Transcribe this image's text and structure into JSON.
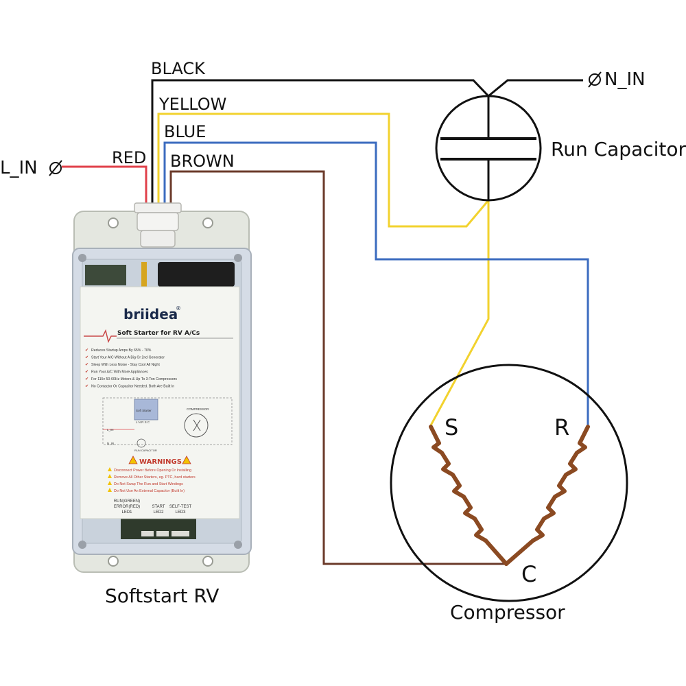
{
  "labels": {
    "black": "BLACK",
    "yellow": "YELLOW",
    "blue": "BLUE",
    "brown": "BROWN",
    "red": "RED",
    "l_in": "L_IN",
    "n_in": "N_IN",
    "run_capacitor": "Run Capacitor",
    "compressor": "Compressor",
    "softstart": "Softstart RV",
    "s": "S",
    "r": "R",
    "c": "C"
  },
  "device": {
    "brand": "briidea",
    "trademark": "®",
    "title": "Soft Starter for RV A/Cs",
    "features": [
      "Reduces Startup Amps By 65% - 70%",
      "Start Your A/C Without A Big Or 2nd Generator",
      "Sleep With Less Noise - Stay Cool All Night",
      "Run Your A/C With More Appliances",
      "For 115v 50-60Hz Motors & Up To 3-Ton Compressors",
      "No Contactor Or Capacitor Needed. Both Are Built In"
    ],
    "mini": {
      "soft_starter": "Soft Starter",
      "compressor": "COMPRESSOR",
      "terminals": "L  N  R  S  C",
      "l_in": "L_IN",
      "n_in": "N_IN",
      "run_capacitor": "RUN CAPACITOR"
    },
    "warnings_title": "WARNINGS",
    "warnings": [
      "Disconnect Power Before Opening Or Installing",
      "Remove All Other Starters, eg. PTC, hard starters",
      "Do Not Swap The Run and Start Windings",
      "Do Not Use An External Capacitor (Built In)"
    ],
    "leds": [
      {
        "line1": "RUN(GREEN)",
        "line2": "ERROR(RED)",
        "line3": "LED1"
      },
      {
        "line1": "",
        "line2": "START",
        "line3": "LED2"
      },
      {
        "line1": "",
        "line2": "SELF-TEST",
        "line3": "LED3"
      }
    ]
  },
  "colors": {
    "black": "#111111",
    "yellow": "#f2d22e",
    "blue": "#3b6bbf",
    "brown": "#6b3a2a",
    "red": "#e0404a",
    "coil": "#8b4a22",
    "enclosure": "#e4e7e0",
    "panel": "#f4f5f1"
  }
}
